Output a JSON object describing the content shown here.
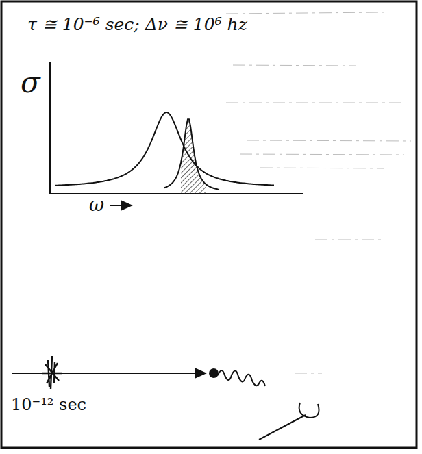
{
  "diagram": {
    "labels": [
      "τ ≅ 10⁻⁶ sec; Δν ≅ 10⁶ hz",
      "σ",
      "ω",
      "10⁻¹² sec"
    ]
  }
}
